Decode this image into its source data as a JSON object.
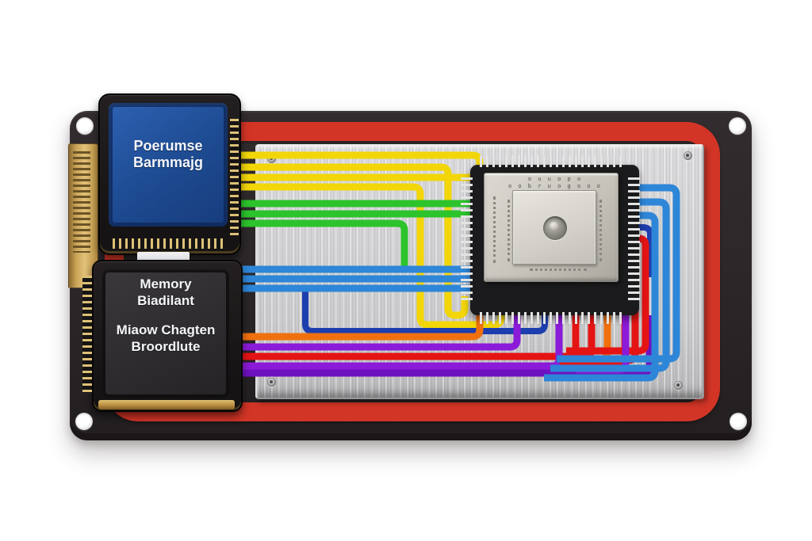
{
  "scene": {
    "description_labels": {
      "processor_chip": {
        "line1": "Poerumse",
        "line2": "Barmmajg"
      },
      "memory_chip": {
        "line1": "Memory",
        "line2": "Biadilant",
        "line3": "Miaow Chagten",
        "line4": "Broordlute"
      },
      "cpu_marking_line1": "o u u   o p o",
      "cpu_marking_line2": "o o b r u o g o o o"
    }
  },
  "colors": {
    "board": "#2b2628",
    "red_ring": "#d23526",
    "panel_metal": "#cfcfd1",
    "chip_blue": "#1d4a90",
    "chip_dark": "#2e2b2e",
    "gold": "#caa356",
    "wire_yellow": "#f2d608",
    "wire_green": "#2cc32c",
    "wire_blue": "#2e86d8",
    "wire_navy": "#1d3eae",
    "wire_orange": "#f0700e",
    "wire_red": "#e51414",
    "wire_purple": "#8b1bd8",
    "wire_violet": "#6e11c0"
  }
}
